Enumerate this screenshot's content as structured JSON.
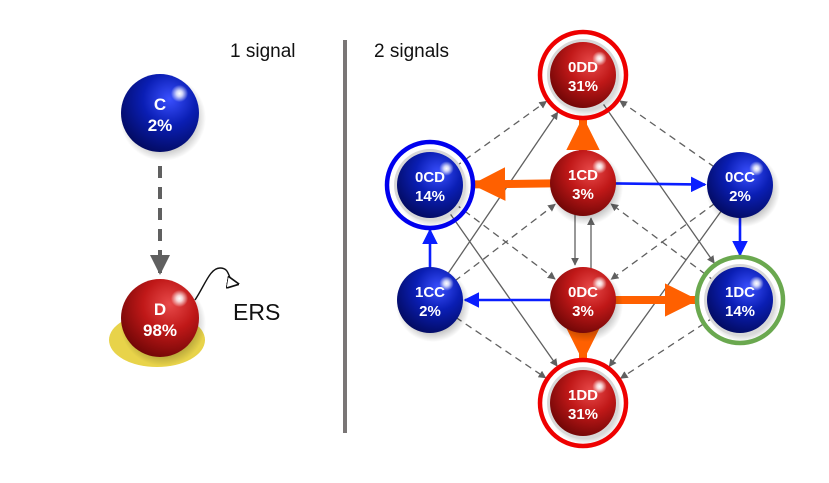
{
  "panels": {
    "one_signal": {
      "title": "1 signal",
      "nodes": [
        {
          "id": "C",
          "label": "C",
          "value": "2%",
          "color": "blue"
        },
        {
          "id": "D",
          "label": "D",
          "value": "98%",
          "color": "red",
          "highlight": "yellow-base"
        }
      ],
      "edges": [
        {
          "from": "C",
          "to": "D",
          "style": "dashed-thick"
        }
      ],
      "annotation": {
        "label": "ERS",
        "target": "D"
      }
    },
    "two_signals": {
      "title": "2 signals",
      "nodes": [
        {
          "id": "0DD",
          "label": "0DD",
          "value": "31%",
          "color": "red",
          "ring": "red"
        },
        {
          "id": "0CD",
          "label": "0CD",
          "value": "14%",
          "color": "blue",
          "ring": "blue"
        },
        {
          "id": "1CD",
          "label": "1CD",
          "value": "3%",
          "color": "red",
          "ring": null
        },
        {
          "id": "0CC",
          "label": "0CC",
          "value": "2%",
          "color": "blue",
          "ring": null
        },
        {
          "id": "1CC",
          "label": "1CC",
          "value": "2%",
          "color": "blue",
          "ring": null
        },
        {
          "id": "0DC",
          "label": "0DC",
          "value": "3%",
          "color": "red",
          "ring": null
        },
        {
          "id": "1DC",
          "label": "1DC",
          "value": "14%",
          "color": "blue",
          "ring": "green"
        },
        {
          "id": "1DD",
          "label": "1DD",
          "value": "31%",
          "color": "red",
          "ring": "red"
        }
      ],
      "edges": [
        {
          "from": "1CD",
          "to": "0DD",
          "style": "orange-thick"
        },
        {
          "from": "1CD",
          "to": "0CD",
          "style": "orange-thick"
        },
        {
          "from": "0DC",
          "to": "1DC",
          "style": "orange-thick"
        },
        {
          "from": "0DC",
          "to": "1DD",
          "style": "orange-thick"
        },
        {
          "from": "1CD",
          "to": "0CC",
          "style": "blue"
        },
        {
          "from": "0CC",
          "to": "1DC",
          "style": "blue"
        },
        {
          "from": "1CC",
          "to": "0CD",
          "style": "blue"
        },
        {
          "from": "0DC",
          "to": "1CC",
          "style": "blue"
        },
        {
          "from": "1CD",
          "to": "0DC",
          "style": "gray-solid"
        },
        {
          "from": "0DC",
          "to": "1CD",
          "style": "gray-solid"
        },
        {
          "from": "1CC",
          "to": "0DD",
          "style": "gray-solid"
        },
        {
          "from": "0DD",
          "to": "1DC",
          "style": "gray-solid"
        },
        {
          "from": "0CD",
          "to": "1DD",
          "style": "gray-solid"
        },
        {
          "from": "0CC",
          "to": "1DD",
          "style": "gray-solid"
        },
        {
          "from": "0CD",
          "to": "0DD",
          "style": "gray-dashed"
        },
        {
          "from": "0CC",
          "to": "0DD",
          "style": "gray-dashed"
        },
        {
          "from": "1CC",
          "to": "1CD",
          "style": "gray-dashed"
        },
        {
          "from": "1DC",
          "to": "1CD",
          "style": "gray-dashed"
        },
        {
          "from": "0CD",
          "to": "0DC",
          "style": "gray-dashed"
        },
        {
          "from": "0CC",
          "to": "0DC",
          "style": "gray-dashed"
        },
        {
          "from": "1CC",
          "to": "1DD",
          "style": "gray-dashed"
        },
        {
          "from": "1DC",
          "to": "1DD",
          "style": "gray-dashed"
        },
        {
          "from": "0CD",
          "to": "1CD",
          "style": "none"
        }
      ]
    }
  },
  "colors": {
    "red_node": "#b01010",
    "blue_node": "#0a1eb4",
    "orange_edge": "#ff6000",
    "blue_edge": "#0a1eff",
    "gray_edge": "#606060",
    "ring_red": "#ee0000",
    "ring_blue": "#0000ee",
    "ring_green": "#6aa84f",
    "yellow_base": "#e8d34a",
    "divider": "#7a7676"
  }
}
